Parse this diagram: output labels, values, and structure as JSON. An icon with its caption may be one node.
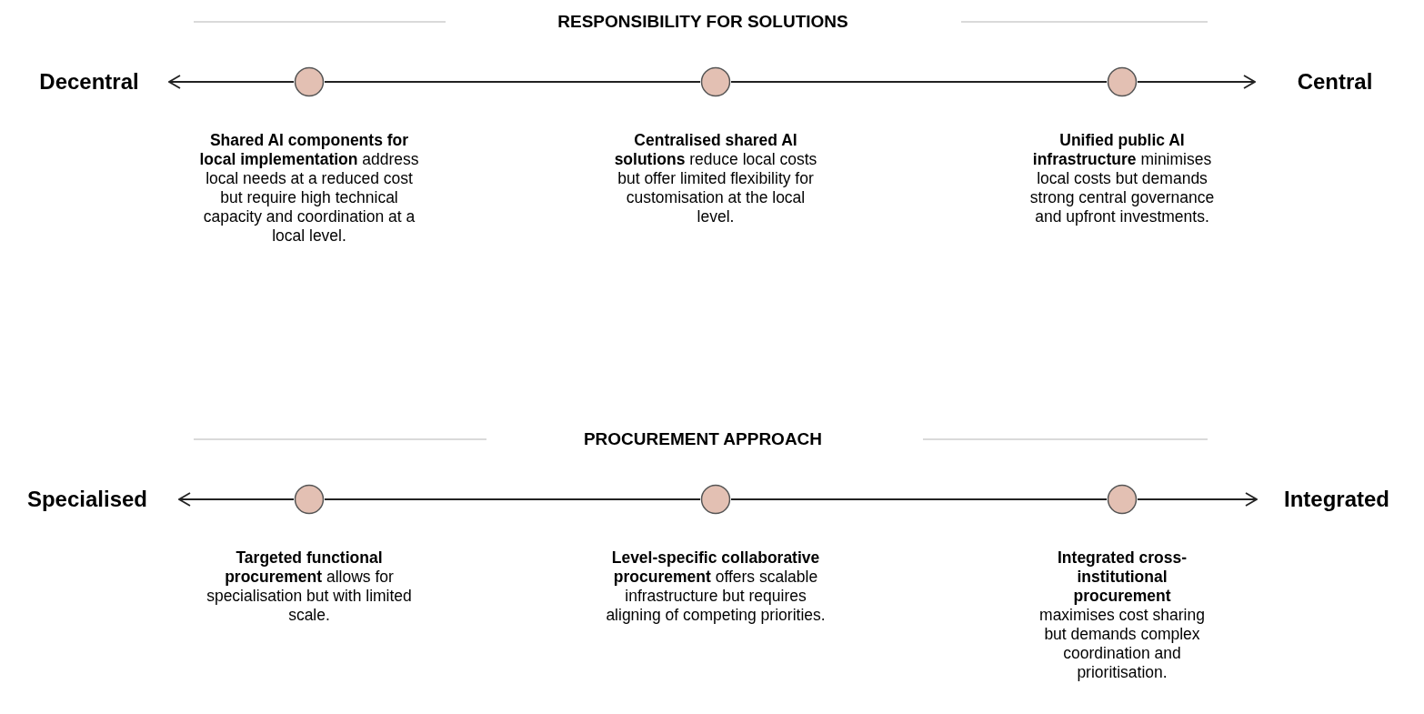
{
  "diagram": {
    "nodes": [
      {
        "text": [
          "Decentral"
        ]
      },
      {
        "text": [],
        "shape": "circle",
        "beside": [
          "**Shared AI components for local implementation** address local needs at a reduced cost but require high technical capacity and coordination at a local level."
        ]
      },
      {
        "text": [],
        "shape": "circle",
        "beside": [
          "**Centralised shared AI solutions** reduce local costs but offer limited flexibility for customisation at the local level."
        ]
      },
      {
        "text": [],
        "shape": "circle",
        "beside": [
          "**Unified public AI infrastructure** minimises local costs but demands strong central governance and upfront investments."
        ]
      },
      {
        "text": [
          "Central"
        ]
      },
      {
        "text": [
          "Specialised"
        ]
      },
      {
        "text": [],
        "shape": "circle",
        "beside": [
          "**Targeted functional procurement** allows for specialisation but with limited scale."
        ]
      },
      {
        "text": [],
        "shape": "circle",
        "beside": [
          "**Level-specific collaborative procurement** offers scalable infrastructure but requires aligning of competing priorities."
        ]
      },
      {
        "text": [],
        "shape": "circle",
        "beside": [
          "**Integrated cross-institutional procurement** maximises cost sharing but demands complex coordination and prioritisation."
        ]
      },
      {
        "text": [
          "Integrated"
        ]
      }
    ],
    "edges": [
      {
        "from": 1,
        "to": 0,
        "arrow": "to"
      },
      {
        "from": 1,
        "to": 2,
        "arrow": "none"
      },
      {
        "from": 2,
        "to": 3,
        "arrow": "none"
      },
      {
        "from": 3,
        "to": 4,
        "arrow": "to"
      },
      {
        "from": 6,
        "to": 5,
        "arrow": "to"
      },
      {
        "from": 6,
        "to": 7,
        "arrow": "none"
      },
      {
        "from": 7,
        "to": 8,
        "arrow": "none"
      },
      {
        "from": 8,
        "to": 9,
        "arrow": "to"
      }
    ],
    "labels": [
      "RESPONSIBILITY FOR SOLUTIONS",
      "PROCUREMENT APPROACH"
    ]
  }
}
